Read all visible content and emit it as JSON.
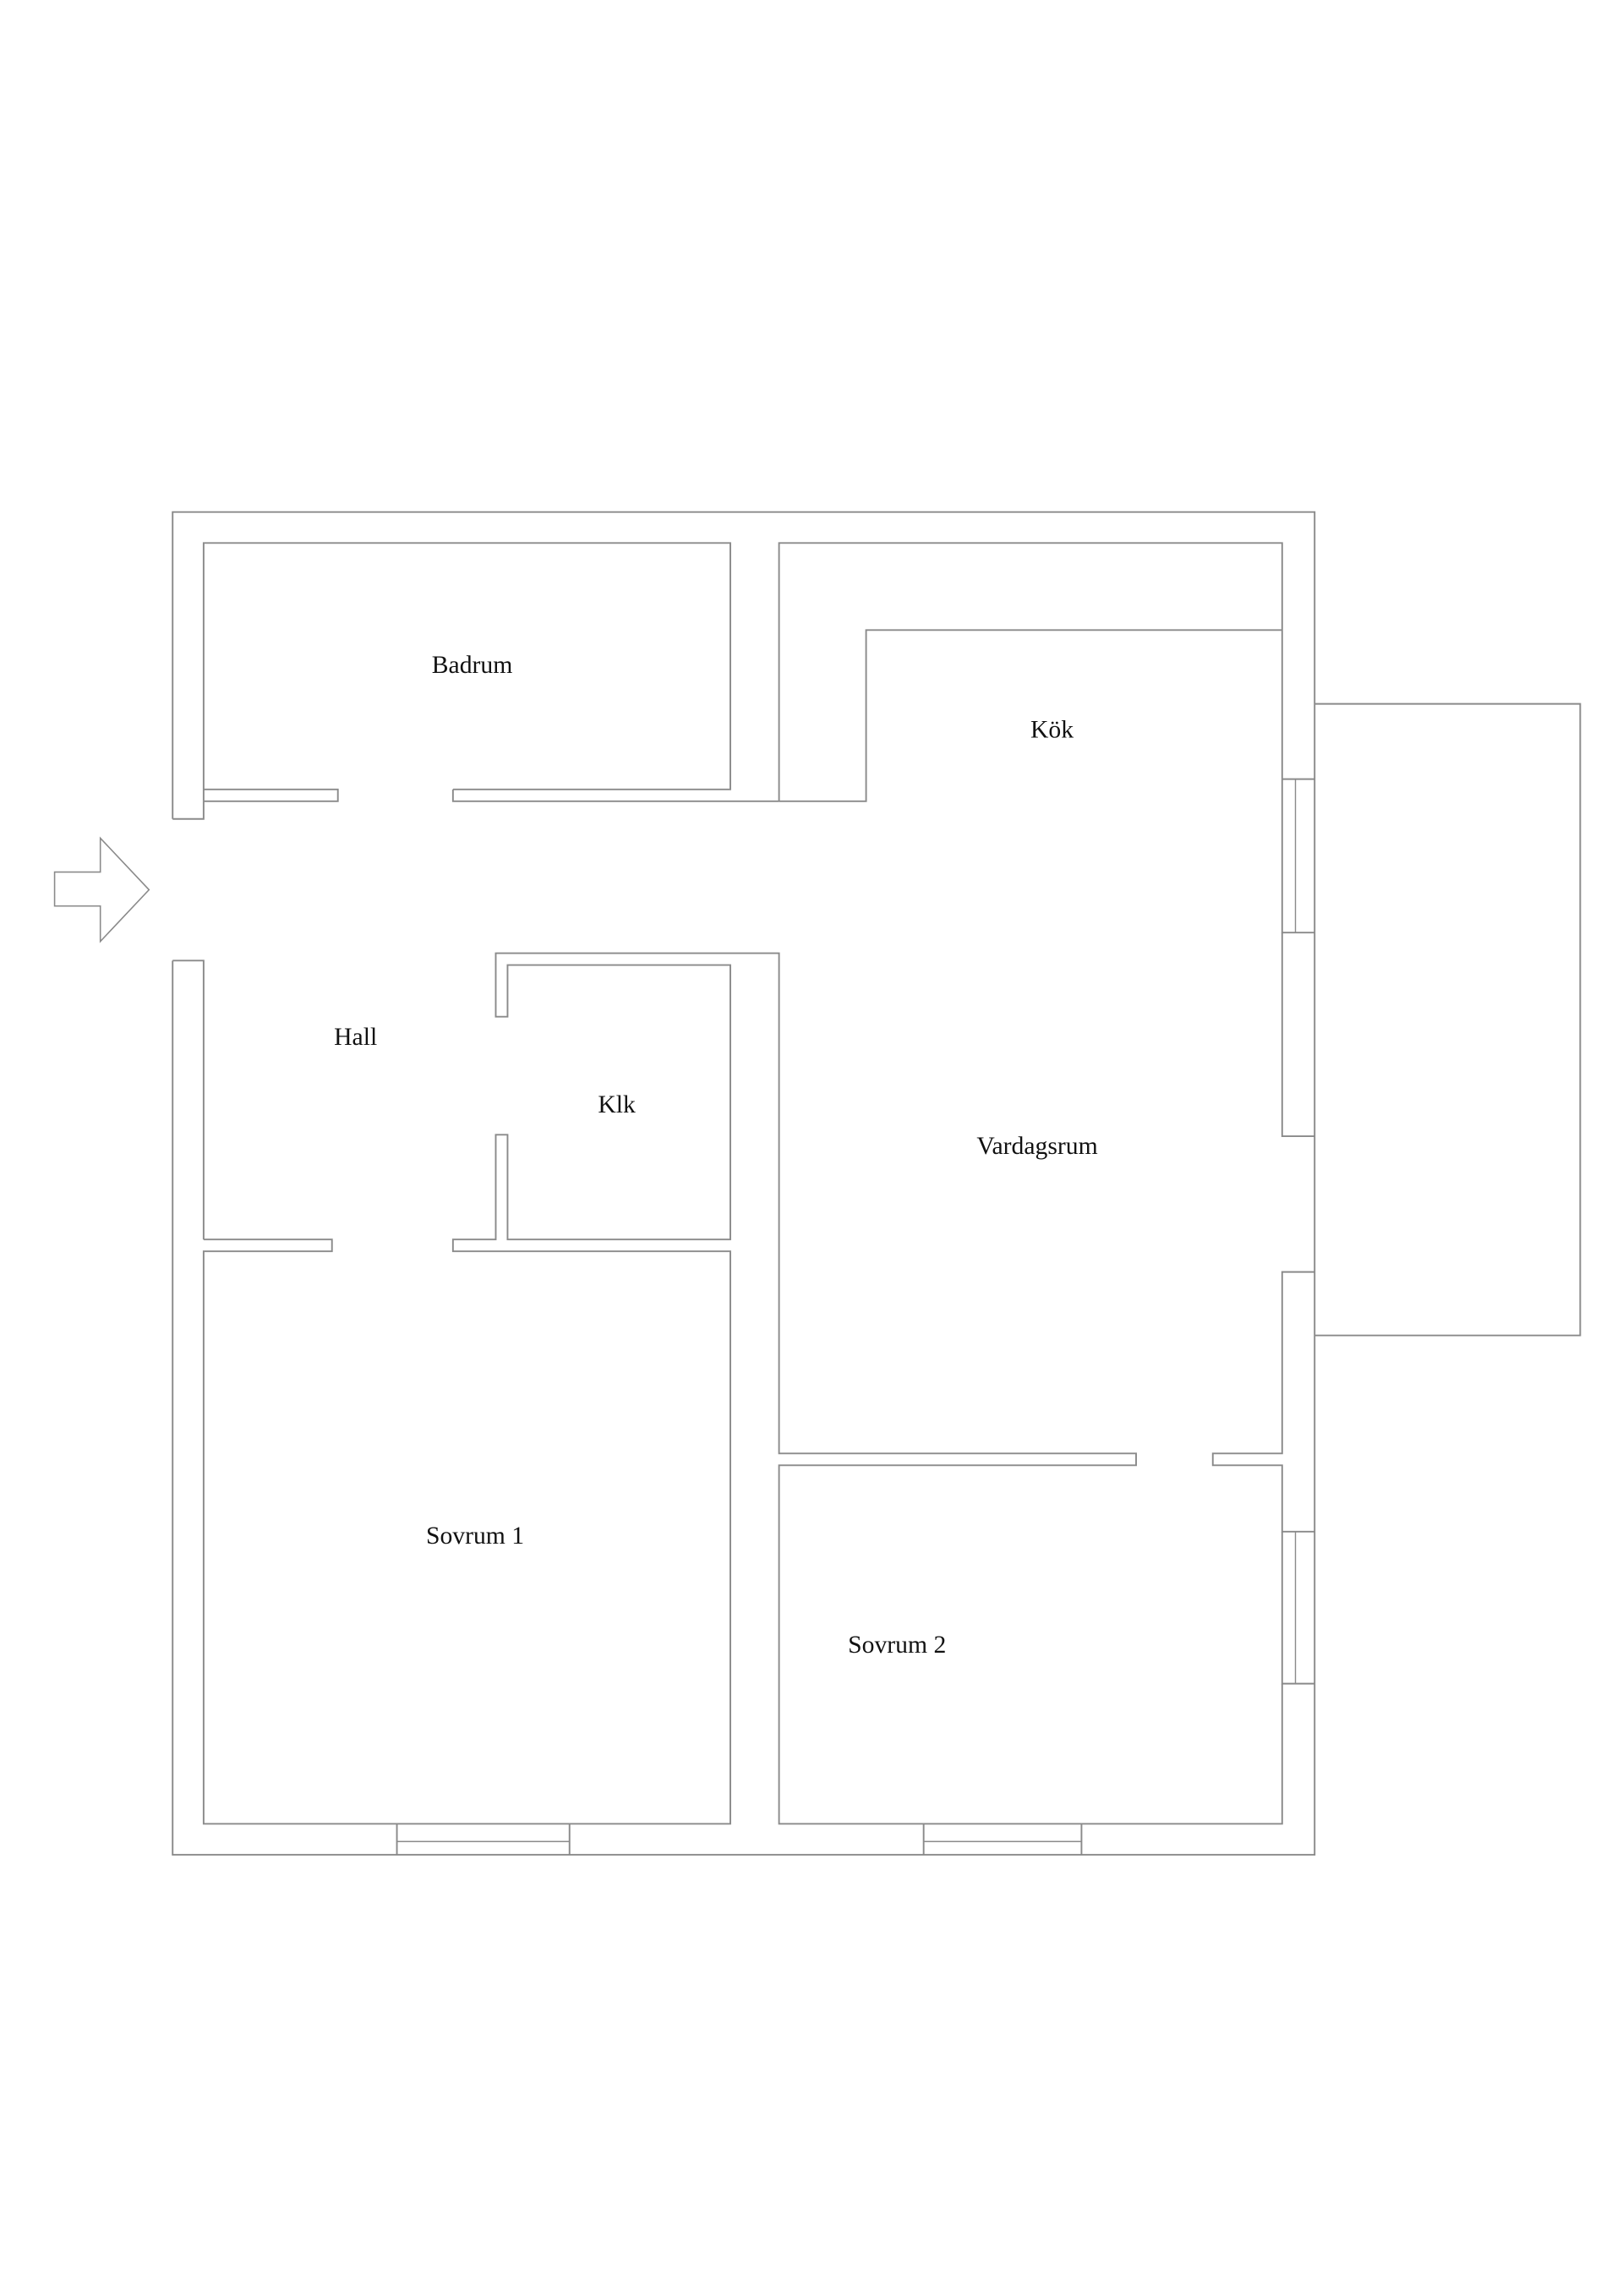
{
  "plan": {
    "type": "floor-plan",
    "entrance_marker": "entrance-arrow-icon",
    "rooms": [
      {
        "id": "badrum",
        "label": "Badrum"
      },
      {
        "id": "kok",
        "label": "Kök"
      },
      {
        "id": "hall",
        "label": "Hall"
      },
      {
        "id": "klk",
        "label": "Klk"
      },
      {
        "id": "vardagsrum",
        "label": "Vardagsrum"
      },
      {
        "id": "sovrum1",
        "label": "Sovrum 1"
      },
      {
        "id": "sovrum2",
        "label": "Sovrum 2"
      }
    ],
    "colors": {
      "wall": "#8a8a8a",
      "text": "#111111",
      "background": "#ffffff"
    }
  }
}
